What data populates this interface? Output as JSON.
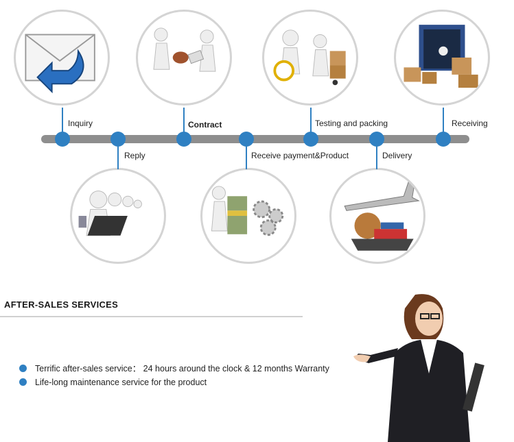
{
  "steps_top": [
    {
      "label": "Inquiry",
      "icon": "envelope-reply-icon"
    },
    {
      "label": "Contract",
      "icon": "handshake-contract-icon"
    },
    {
      "label": "Testing and packing",
      "icon": "magnifier-packing-icon"
    },
    {
      "label": "Receiving",
      "icon": "container-boxes-icon"
    }
  ],
  "steps_bottom": [
    {
      "label": "Reply",
      "icon": "call-center-icon"
    },
    {
      "label": "Receive payment&Product",
      "icon": "money-gears-icon"
    },
    {
      "label": "Delivery",
      "icon": "plane-ship-globe-icon"
    }
  ],
  "after_sales": {
    "heading": "AFTER-SALES SERVICES",
    "bullets": [
      "Terrific after-sales service： 24 hours around the clock & 12 months Warranty",
      "Life-long maintenance service for the product"
    ]
  },
  "colors": {
    "accent": "#2f80c2",
    "bar": "#8e8e8e",
    "circle_border": "#d4d4d4"
  }
}
